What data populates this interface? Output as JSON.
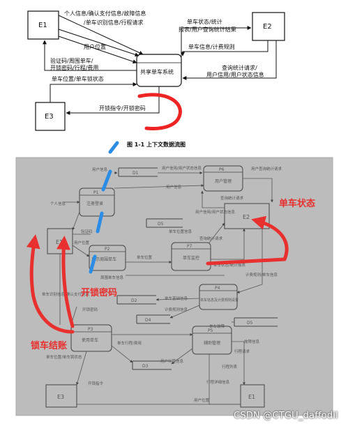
{
  "top": {
    "entities": {
      "e1": "E1",
      "e2": "E2",
      "e3": "E3"
    },
    "system": "共享单车系统",
    "flows": {
      "e1_to_sys_1": "个人信息/确认支付信息/故障信息",
      "e1_to_sys_2": "/单车识别信息/行程请求",
      "e1_to_sys_3": "用户位置",
      "sys_to_e1_1": "验证码/周围单车/",
      "sys_to_e1_2": "开锁密码/行程/费用",
      "sys_to_e2_1": "单车状态/统计",
      "sys_to_e2_2": "报表/用户查询统计结果",
      "e2_to_sys_info": "单车信息/计费规则",
      "e2_to_sys_q1": "查询统计请求/",
      "e2_to_sys_q2": "用户信用/用户状态信息",
      "e3_to_sys": "单车位置/单车锁状态",
      "sys_to_e3": "开锁指令/开锁密码"
    },
    "caption": "图 1-1  上下文数据流图"
  },
  "bottom": {
    "processes": {
      "p1_num": "P1",
      "p1_name": "注册登录",
      "p2_num": "P2",
      "p2_name": "显示周围单车",
      "p3_num": "P3",
      "p3_name": "使用单车",
      "p4_num": "P4",
      "p4_name": "单车信息及计费规则设置",
      "p5_num": "P5",
      "p5_name": "辅助管理",
      "p6_num": "P6",
      "p6_name": "用户管理",
      "p7_num": "P7",
      "p7_name": "单车监控"
    },
    "stores": {
      "d1": "D1",
      "d2": "D2",
      "d3": "D3",
      "d4": "D4",
      "d5": "D5"
    },
    "entities": {
      "e1": "E1",
      "e2": "E2",
      "e3": "E3"
    },
    "flows": {
      "f1": "用户信息",
      "f2": "用户信用/用户状态信息",
      "f3": "用户查询统计请求",
      "f4": "用户信息",
      "f5": "查询统计请求",
      "f6": "用户信用/用户状态信息",
      "f7": "个人信息",
      "f8": "验证码",
      "f9": "用户位置",
      "f10": "单车位置",
      "f11": "单车位置信息",
      "f12": "查询统计请求",
      "f13": "周围单车信息",
      "f14": "单车状态/统计报表",
      "f15": "计费规则/单车信息",
      "f16": "单车识别信息/确认支付信息",
      "f17": "开锁密码",
      "f18": "单车基础信息",
      "f19": "计费规则信息",
      "f20": "单车位置/单车锁状态",
      "f21": "单车行程/费用",
      "f22": "用户行程信息",
      "f23": "单车故障",
      "f24": "故障信息",
      "f25": "行程请求",
      "f26": "行程列表",
      "f27": "行程详细信息",
      "f28": "开锁指令",
      "f29": "用户位置"
    },
    "annotations": {
      "bike_state": "单车状态",
      "unlock_code": "开锁密码",
      "lock_settle": "锁车结账"
    }
  },
  "watermark": "CSDN @CTGU_daffodil"
}
